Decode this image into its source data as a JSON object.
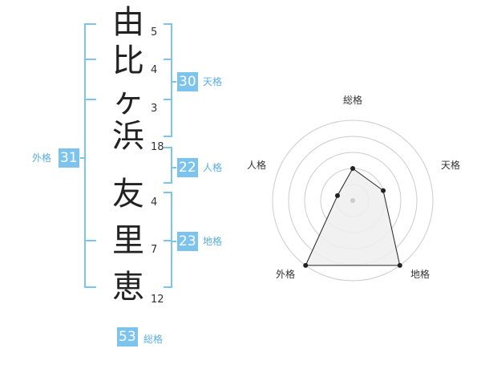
{
  "name_chars": [
    {
      "char": "由",
      "strokes": "5"
    },
    {
      "char": "比",
      "strokes": "4"
    },
    {
      "char": "ヶ",
      "strokes": "3"
    },
    {
      "char": "浜",
      "strokes": "18"
    },
    {
      "char": "友",
      "strokes": "4"
    },
    {
      "char": "里",
      "strokes": "7"
    },
    {
      "char": "恵",
      "strokes": "12"
    }
  ],
  "fortunes": {
    "tenkaku": {
      "value": "30",
      "label": "天格"
    },
    "jinkaku": {
      "value": "22",
      "label": "人格"
    },
    "chikaku": {
      "value": "23",
      "label": "地格"
    },
    "gaikaku": {
      "value": "31",
      "label": "外格"
    },
    "soukaku": {
      "value": "53",
      "label": "総格"
    }
  },
  "colors": {
    "accent": "#7cc4ee",
    "accent_text": "#5aaee0",
    "radar_fill": "#efefef",
    "radar_ring": "#cccccc"
  },
  "chart_data": {
    "type": "radar",
    "axes": [
      "総格",
      "天格",
      "地格",
      "外格",
      "人格"
    ],
    "values": [
      2,
      2,
      5,
      5,
      1
    ],
    "rlim": [
      0,
      5
    ],
    "rings": 5
  }
}
